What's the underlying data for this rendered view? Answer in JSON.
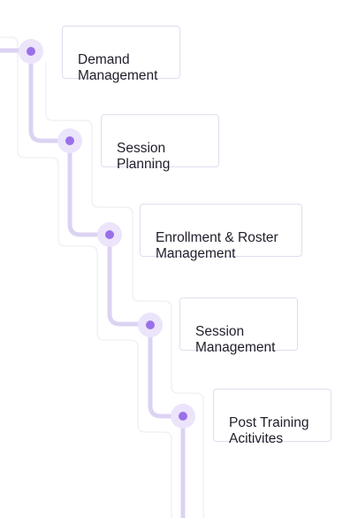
{
  "steps": [
    {
      "label": "Demand\nManagement"
    },
    {
      "label": "Session\nPlanning"
    },
    {
      "label": "Enrollment & Roster\nManagement"
    },
    {
      "label": "Session\nManagement"
    },
    {
      "label": "Post Training\nAcitivites"
    }
  ],
  "colors": {
    "connector_line": "#dcd3f3",
    "guide_line": "#ece9f1",
    "node_halo": "#ece4fb",
    "node_dot": "#9a70e9",
    "card_border": "#e2dcef",
    "text": "#1f1f2b"
  }
}
